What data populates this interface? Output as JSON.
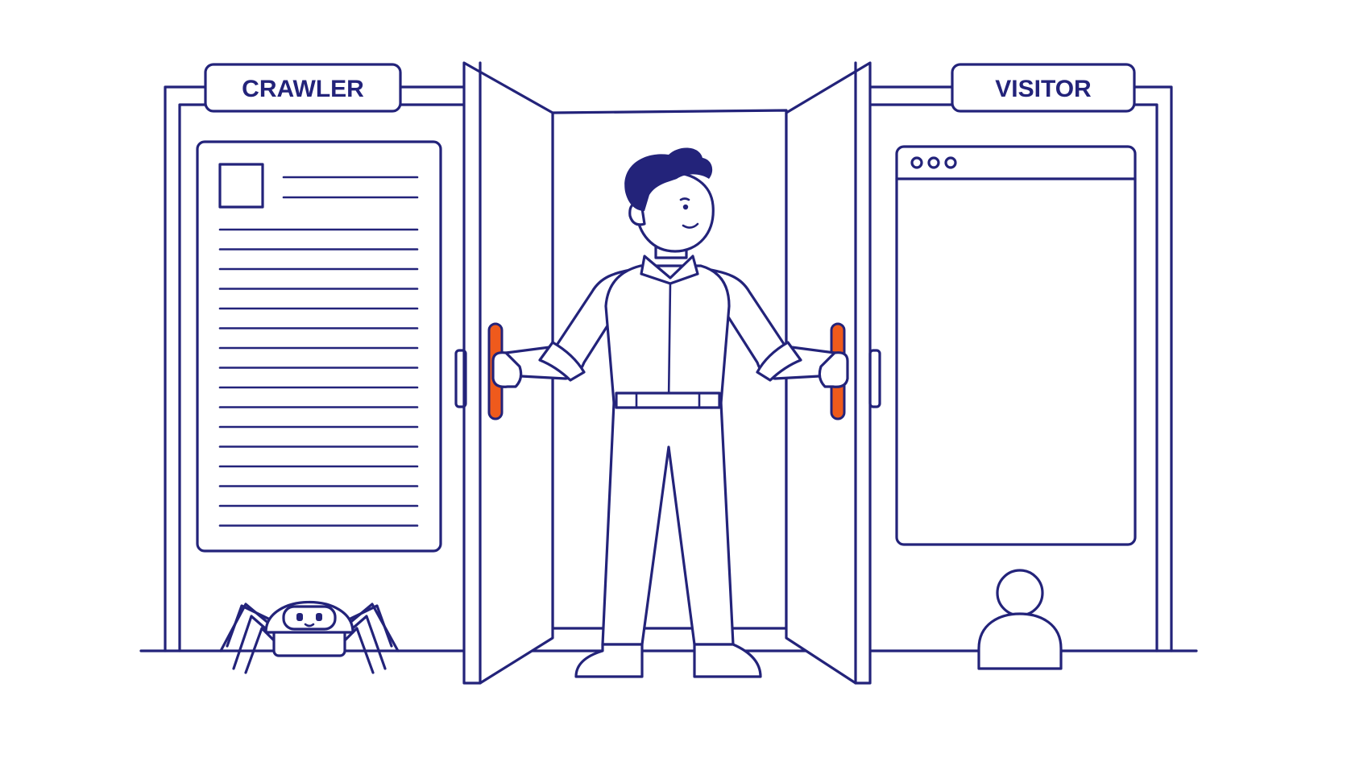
{
  "labels": {
    "left": "CRAWLER",
    "right": "VISITOR"
  },
  "icons": [
    "document-icon",
    "browser-window-icon",
    "spider-robot-icon",
    "user-icon",
    "door-handle-icon",
    "person-illustration"
  ],
  "colors": {
    "line": "#23237a",
    "accent": "#ef5a1c",
    "background": "#ffffff"
  }
}
